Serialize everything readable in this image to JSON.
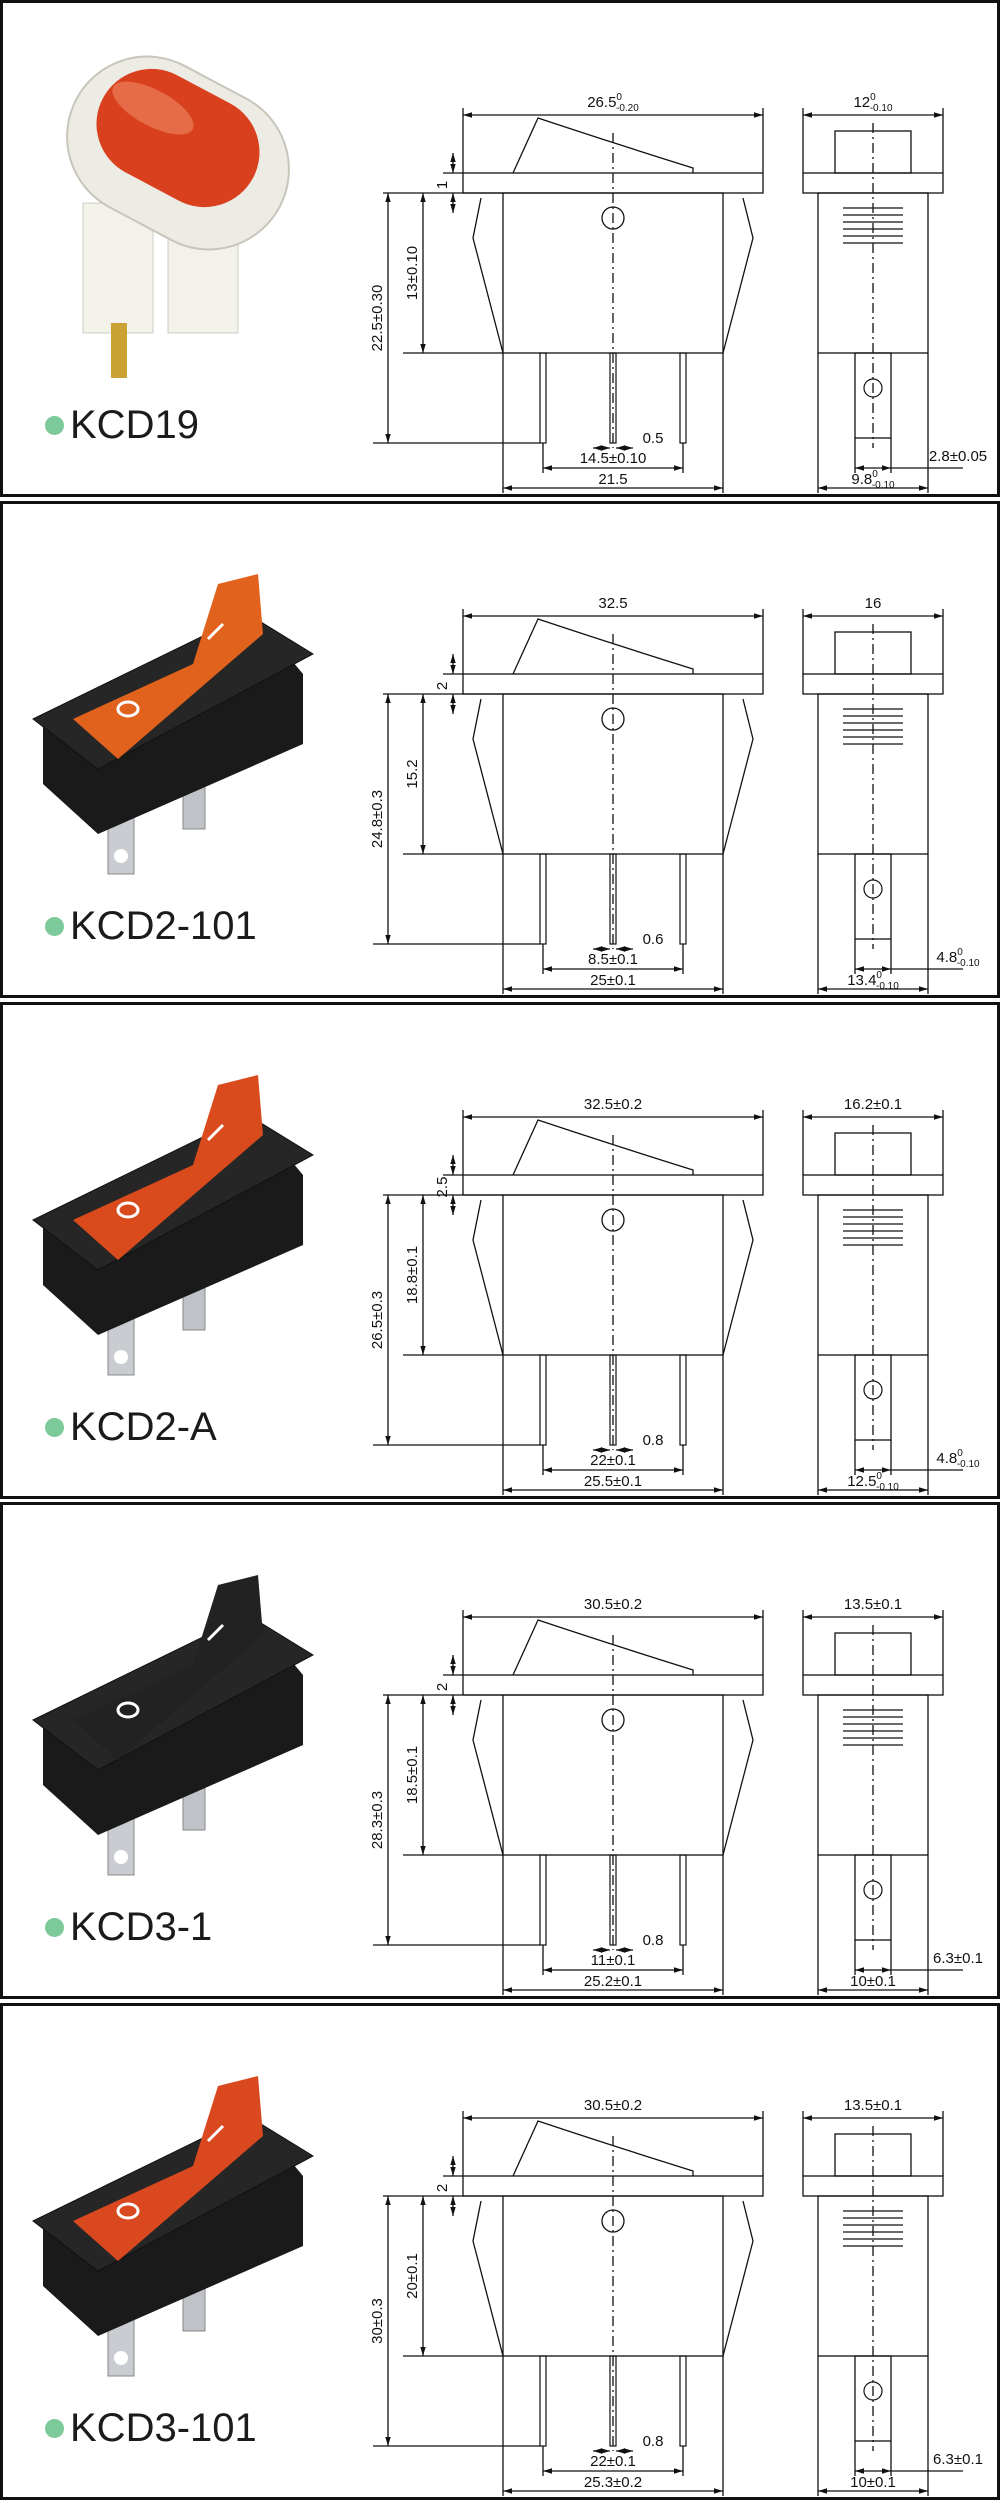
{
  "bullet_color": "#7cc99a",
  "products": [
    {
      "model": "KCD19",
      "photo": {
        "body_color": "#ecebe4",
        "rocker_color": "#d8401e",
        "style": "oval-white"
      },
      "dims": {
        "top": {
          "nominal": "26.5",
          "upper": "0",
          "lower": "-0.20"
        },
        "flange": "1",
        "height_body": "13±0.10",
        "height_total": "22.5±0.30",
        "pin_width": "0.5",
        "pin_spacing": "14.5±0.10",
        "body_width": "21.5",
        "side_top": {
          "nominal": "12",
          "upper": "0",
          "lower": "-0.10"
        },
        "side_terminal": "2.8±0.05",
        "side_body": {
          "nominal": "9.8",
          "upper": "0",
          "lower": "-0.10"
        }
      }
    },
    {
      "model": "KCD2-101",
      "photo": {
        "body_color": "#1a1a1a",
        "rocker_color": "#e0621c",
        "style": "black-rect"
      },
      "dims": {
        "top": "32.5",
        "flange": "2",
        "height_body": "15.2",
        "height_total": "24.8±0.3",
        "pin_width": "0.6",
        "pin_spacing": "8.5±0.1",
        "body_width": "25±0.1",
        "side_top": "16",
        "side_terminal": {
          "nominal": "4.8",
          "upper": "0",
          "lower": "-0.10"
        },
        "side_body": {
          "nominal": "13.4",
          "upper": "0",
          "lower": "-0.10"
        }
      }
    },
    {
      "model": "KCD2-A",
      "photo": {
        "body_color": "#1a1a1a",
        "rocker_color": "#d94a1c",
        "style": "black-rect"
      },
      "dims": {
        "top": "32.5±0.2",
        "flange": "2.5",
        "height_body": "18.8±0.1",
        "height_total": "26.5±0.3",
        "pin_width": "0.8",
        "pin_spacing": "22±0.1",
        "body_width": "25.5±0.1",
        "side_top": "16.2±0.1",
        "side_terminal": {
          "nominal": "4.8",
          "upper": "0",
          "lower": "-0.10"
        },
        "side_body": {
          "nominal": "12.5",
          "upper": "0",
          "lower": "-0.10"
        }
      }
    },
    {
      "model": "KCD3-1",
      "photo": {
        "body_color": "#1a1a1a",
        "rocker_color": "#222222",
        "style": "black-rect"
      },
      "dims": {
        "top": "30.5±0.2",
        "flange": "2",
        "height_body": "18.5±0.1",
        "height_total": "28.3±0.3",
        "pin_width": "0.8",
        "pin_spacing": "11±0.1",
        "body_width": "25.2±0.1",
        "side_top": "13.5±0.1",
        "side_terminal": "6.3±0.1",
        "side_body": "10±0.1"
      }
    },
    {
      "model": "KCD3-101",
      "photo": {
        "body_color": "#1a1a1a",
        "rocker_color": "#d9481e",
        "style": "black-rect"
      },
      "dims": {
        "top": "30.5±0.2",
        "flange": "2",
        "height_body": "20±0.1",
        "height_total": "30±0.3",
        "pin_width": "0.8",
        "pin_spacing": "22±0.1",
        "body_width": "25.3±0.2",
        "side_top": "13.5±0.1",
        "side_terminal": "6.3±0.1",
        "side_body": "10±0.1"
      }
    }
  ]
}
